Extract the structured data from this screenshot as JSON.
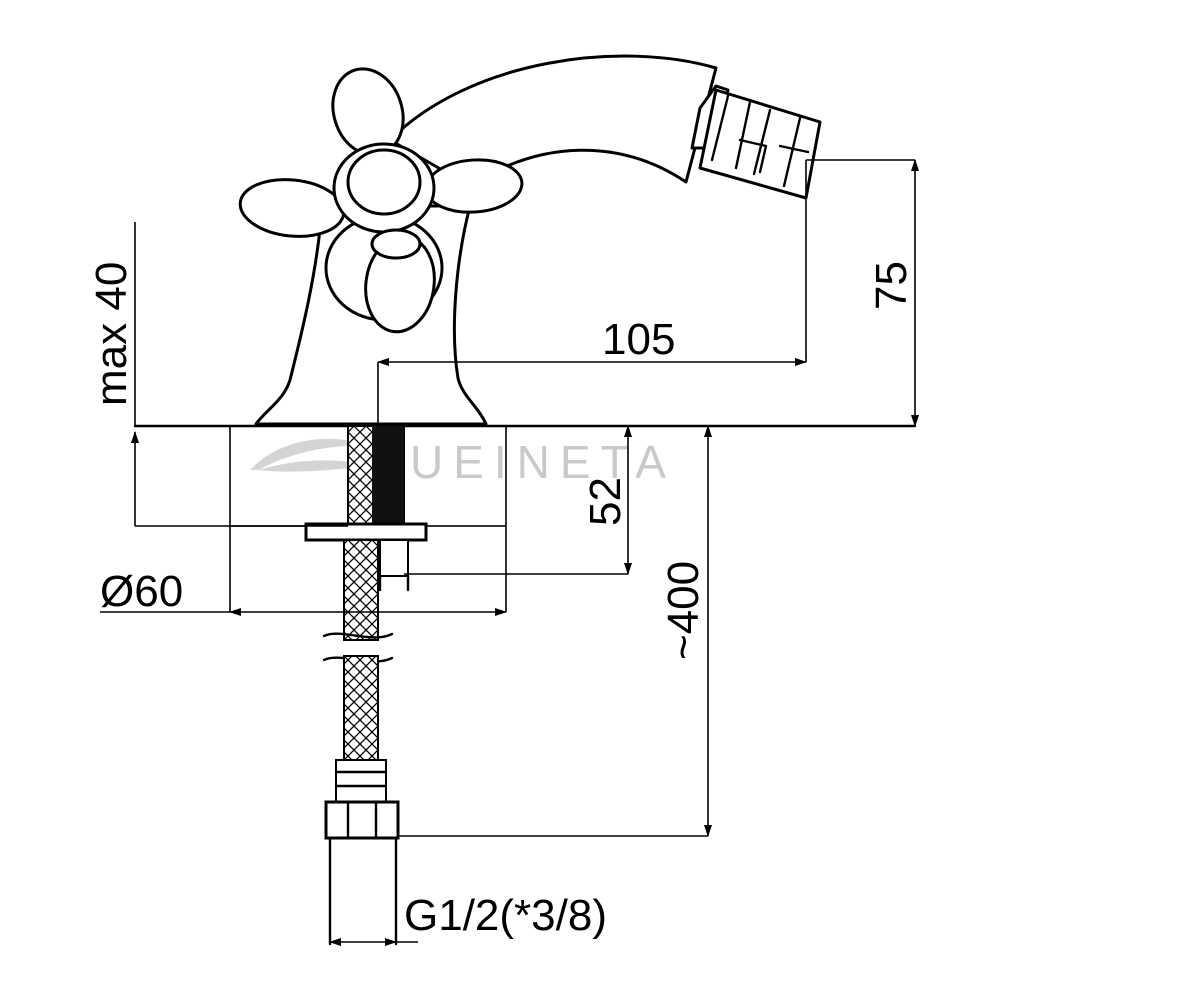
{
  "dimensions": {
    "max_height": "max 40",
    "spout_height": "75",
    "spout_reach": "105",
    "shank_length": "52",
    "hose_length": "~400",
    "base_diameter": "Ø60",
    "connection": "G1/2(*3/8)"
  },
  "watermark": {
    "text": "UEINETA"
  },
  "colors": {
    "line": "#000000",
    "watermark": "#c9c9c9",
    "background": "#ffffff"
  }
}
